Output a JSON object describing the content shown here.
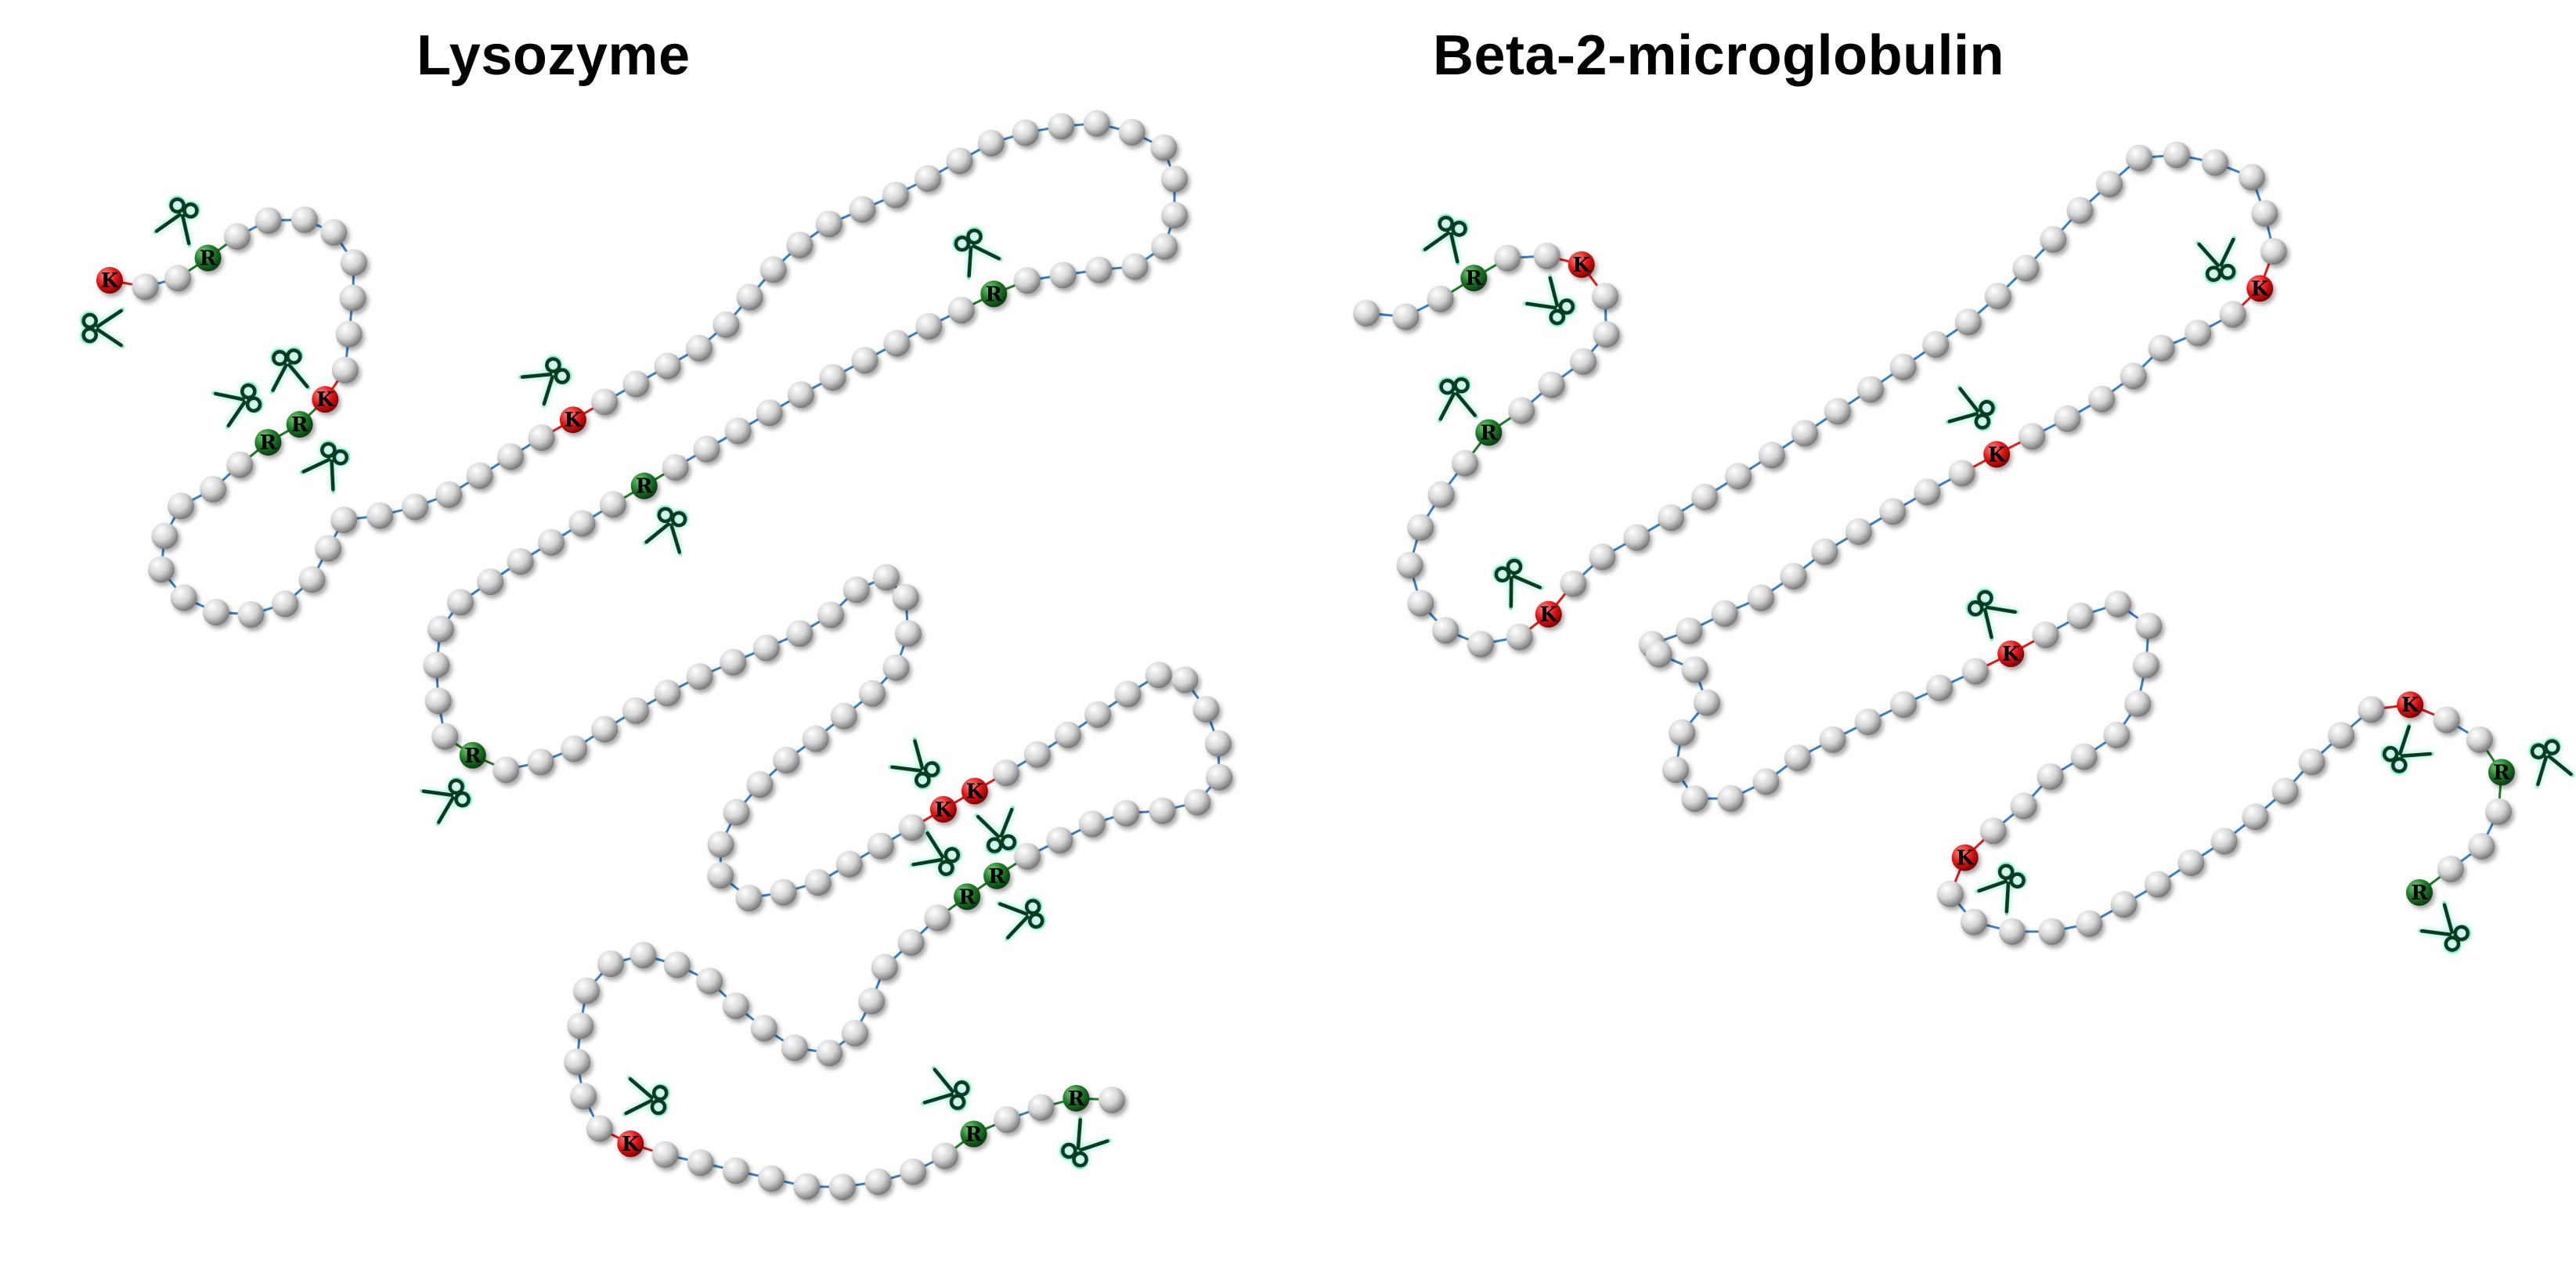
{
  "panels": [
    {
      "title": "Lysozyme",
      "residue_labels": {
        "K": "K",
        "R": "R"
      },
      "sequence": "KxxRxxxxxxxxKRRxxxxxxxxxxxxxxxxxxKxxxxxxxxxxxxxxxxxxxxxxxxxxRxxxxxxxxxxRxxxxxxxxxxRxxxxxxxxxxxxxxxxxxxxxxxxxxxxxxKKxxxxxxxxxxxxxxxxRRxxxxxxxxxxxxxxxxxxKxxxxxxxxxRxxRx"
    },
    {
      "title": "Beta-2-microglobulin",
      "residue_labels": {
        "K": "K",
        "R": "R"
      },
      "sequence": "xxxRxxKxxxxxRxxxxxxxxKxxxxxxxxxxxxxxxxxxxxxxxxKxxxxxxxKxxxxxxxxxxxxxxxxxxxxxxxxKxxxxxxxxxxxKxxxxxxxxxxxxxxKxxRxxxR"
    }
  ],
  "colors": {
    "K": "#e11a1a",
    "R": "#1e7a28",
    "other": "#d9d9d9",
    "linker": "#3a7fc0",
    "scissors_glow": "#7fe8c8",
    "scissors": "#0a3a22"
  },
  "icons": [
    "scissors-icon"
  ]
}
